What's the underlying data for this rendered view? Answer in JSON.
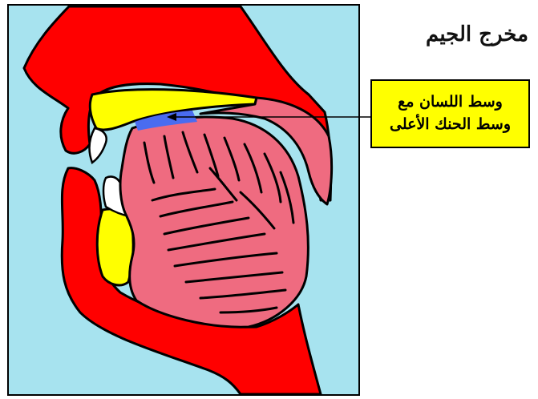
{
  "title": "مخرج الجيم",
  "callout": {
    "line1": "وسط اللسان مع",
    "line2": "وسط الحنك الأعلى"
  },
  "colors": {
    "background": "#a7e3ef",
    "flesh": "#ff0000",
    "tongue": "#ef6b80",
    "bone": "#ffff00",
    "teeth": "#ffffff",
    "highlight": "#4a6cf0",
    "callout_bg": "#ffff00"
  }
}
